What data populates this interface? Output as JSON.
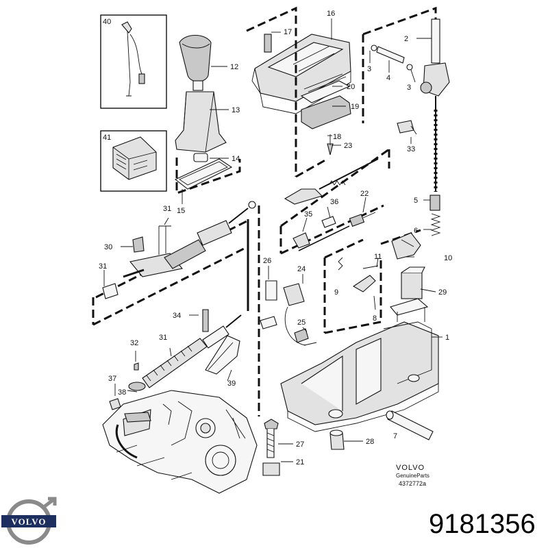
{
  "callouts": {
    "c1": "1",
    "c2": "2",
    "c3a": "3",
    "c3b": "3",
    "c4": "4",
    "c5": "5",
    "c6": "6",
    "c7": "7",
    "c8": "8",
    "c9": "9",
    "c10": "10",
    "c11": "11",
    "c12": "12",
    "c13": "13",
    "c14": "14",
    "c15": "15",
    "c16": "16",
    "c17": "17",
    "c18": "18",
    "c19": "19",
    "c20": "20",
    "c21": "21",
    "c22": "22",
    "c23": "23",
    "c24": "24",
    "c25": "25",
    "c26": "26",
    "c27": "27",
    "c28": "28",
    "c29": "29",
    "c30": "30",
    "c31a": "31",
    "c31b": "31",
    "c31c": "31",
    "c32": "32",
    "c33": "33",
    "c34": "34",
    "c35": "35",
    "c36": "36",
    "c37": "37",
    "c38": "38",
    "c39": "39",
    "c40": "40",
    "c41": "41"
  },
  "brand_block": {
    "brand": "VOLVO",
    "genuine": "GenuineParts",
    "drawing_code": "4372772a"
  },
  "logo_text": "VOLVO",
  "part_number": "9181356",
  "colors": {
    "ink": "#111111",
    "part_fill": "#e2e2e2",
    "background": "#ffffff"
  }
}
